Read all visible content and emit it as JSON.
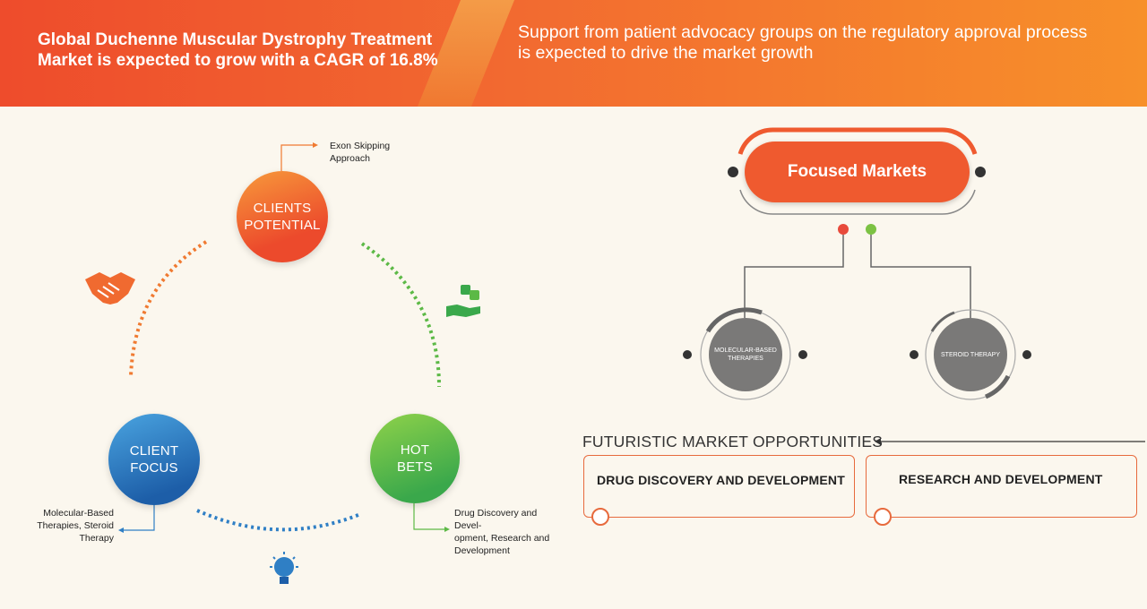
{
  "header": {
    "left_title": "Global Duchenne Muscular Dystrophy Treatment Market is expected to grow with a CAGR of  16.8%",
    "right_text": "Support from patient advocacy groups on the regulatory approval process is expected to drive the market growth"
  },
  "cycle": {
    "clients_potential": [
      "CLIENTS",
      "POTENTIAL"
    ],
    "client_focus": [
      "CLIENT",
      "FOCUS"
    ],
    "hot_bets": [
      "HOT",
      "BETS"
    ],
    "exon_note": [
      "Exon Skipping",
      "Approach"
    ],
    "mol_note": [
      "Molecular-Based",
      "Therapies, Steroid",
      "Therapy"
    ],
    "drug_note": [
      "Drug Discovery and Devel-",
      "opment, Research and",
      "Development"
    ]
  },
  "focused": {
    "title": "Focused Markets",
    "left_circle": [
      "MOLECULAR-BASED",
      "THERAPIES"
    ],
    "right_circle": "STEROID THERAPY"
  },
  "futuristic": {
    "title": "FUTURISTIC MARKET OPPORTUNITIES",
    "boxes": [
      "DRUG DISCOVERY AND DEVELOPMENT",
      "RESEARCH AND DEVELOPMENT"
    ]
  },
  "colors": {
    "orange": "#ef5a2f",
    "blue": "#1d5ea8",
    "green": "#3aa84b",
    "gray": "#7a7978"
  },
  "icons": [
    "handshake-icon",
    "dice-hand-icon",
    "lightbulb-icon"
  ]
}
